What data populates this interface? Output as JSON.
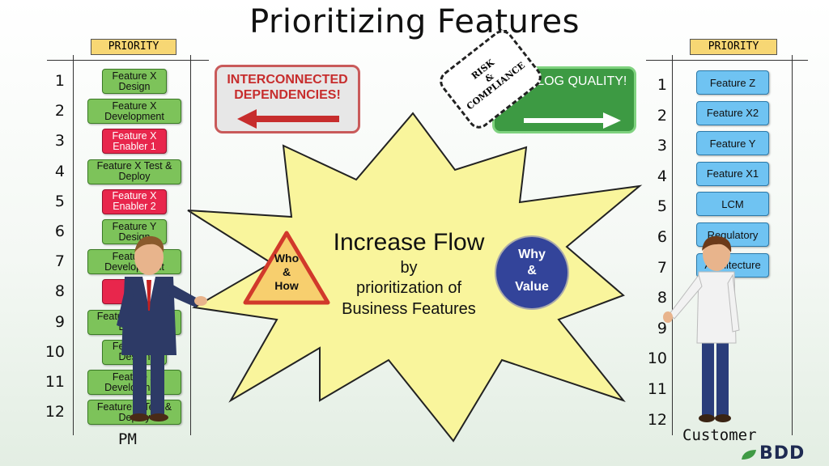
{
  "title": "Prioritizing Features",
  "left_column": {
    "header": "PRIORITY",
    "numbers": [
      "1",
      "2",
      "3",
      "4",
      "5",
      "6",
      "7",
      "8",
      "9",
      "10",
      "11",
      "12"
    ],
    "items": [
      {
        "label": "Feature X Design",
        "color": "green"
      },
      {
        "label": "Feature X Development",
        "color": "green"
      },
      {
        "label": "Feature X Enabler 1",
        "color": "red"
      },
      {
        "label": "Feature X Test & Deploy",
        "color": "green"
      },
      {
        "label": "Feature X Enabler 2",
        "color": "red"
      },
      {
        "label": "Feature Y Design",
        "color": "green"
      },
      {
        "label": "Feature Y Development",
        "color": "green"
      },
      {
        "label": "",
        "color": "red"
      },
      {
        "label": "Feature Y Test & Deploy",
        "color": "green"
      },
      {
        "label": "Feature Z Design",
        "color": "green"
      },
      {
        "label": "Feature Z Development",
        "color": "green"
      },
      {
        "label": "Feature Z Test & Deploy",
        "color": "green"
      }
    ],
    "person_label": "PM"
  },
  "right_column": {
    "header": "PRIORITY",
    "numbers": [
      "1",
      "2",
      "3",
      "4",
      "5",
      "6",
      "7",
      "8",
      "9",
      "10",
      "11",
      "12"
    ],
    "items": [
      {
        "label": "Feature Z"
      },
      {
        "label": "Feature X2"
      },
      {
        "label": "Feature Y"
      },
      {
        "label": "Feature X1"
      },
      {
        "label": "LCM"
      },
      {
        "label": "Regulatory"
      },
      {
        "label": "Architecture"
      }
    ],
    "person_label": "Customer"
  },
  "signs": {
    "interconnected": "INTERCONNECTED DEPENDENCIES!",
    "backlog": "BACKLOG QUALITY!",
    "stamp": [
      "RISK",
      "&",
      "COMPLIANCE"
    ]
  },
  "center": {
    "headline": "Increase Flow",
    "line2": "by",
    "line3": "prioritization of",
    "line4": "Business Features",
    "who": [
      "Who",
      "&",
      "How"
    ],
    "why": [
      "Why",
      "&",
      "Value"
    ]
  },
  "brand": "BDD",
  "colors": {
    "green_box": "#7dc35a",
    "red_box": "#e8264c",
    "blue_box": "#6fc3f2",
    "burst": "#f9f59c",
    "warning": "#f7cf6e",
    "why_circle": "#33449a"
  }
}
